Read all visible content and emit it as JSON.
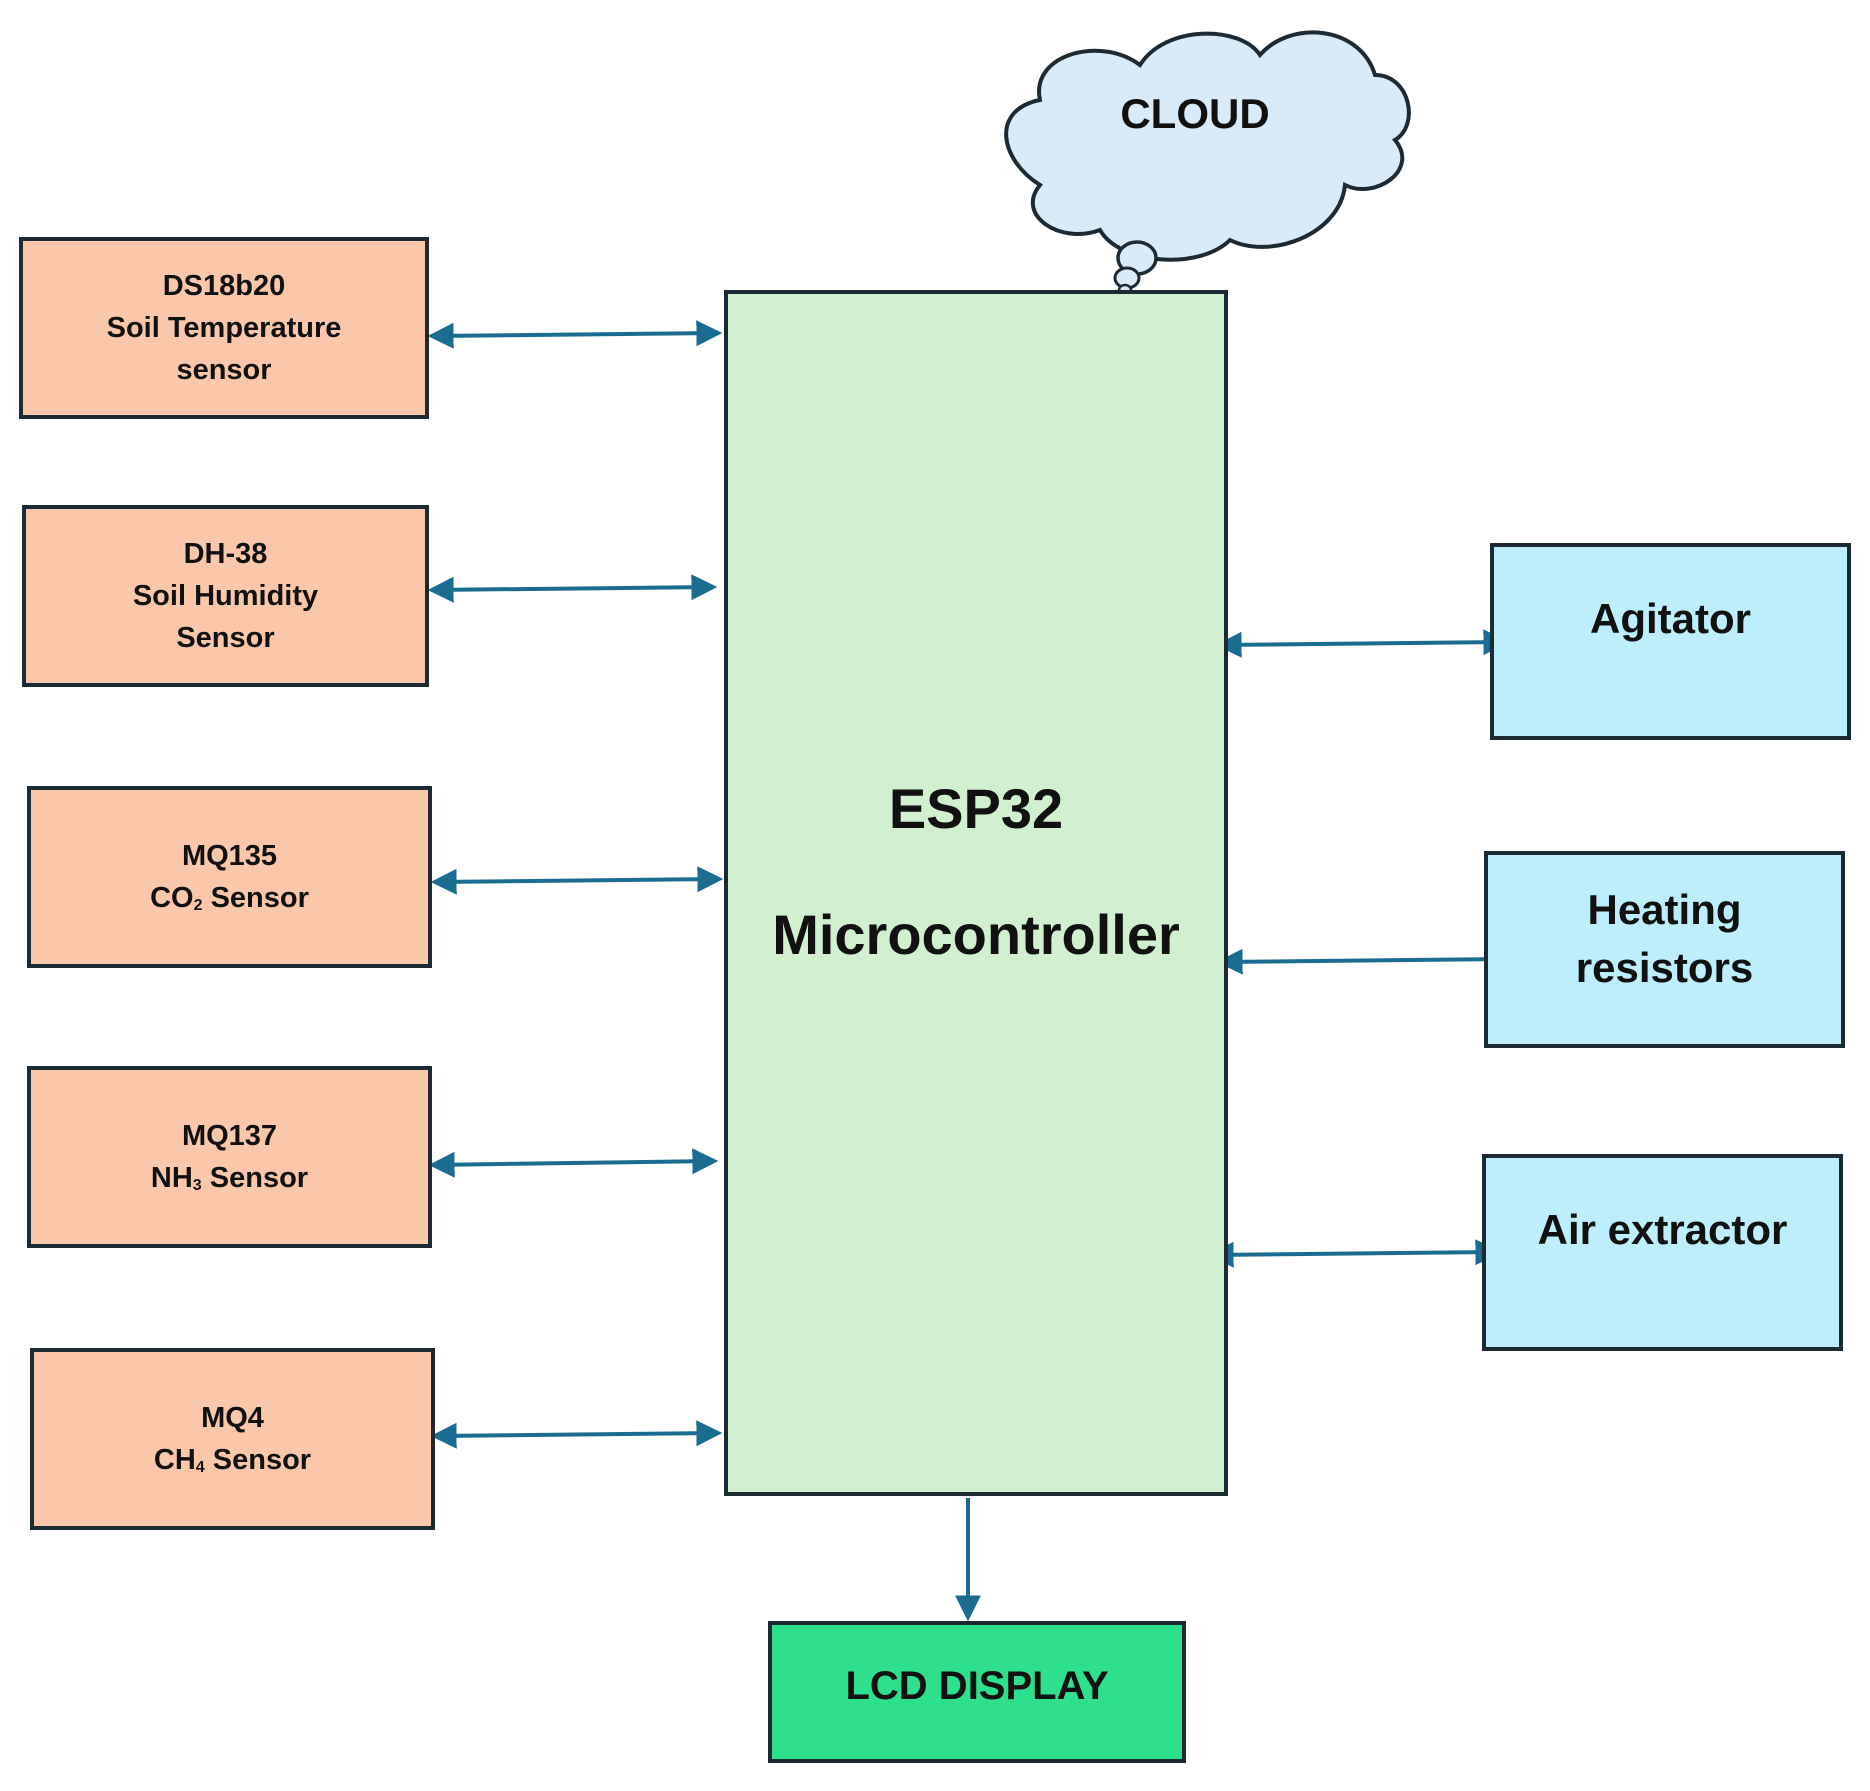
{
  "mcu": {
    "line1": "ESP32",
    "line2": "Microcontroller"
  },
  "cloud": {
    "label": "CLOUD"
  },
  "display": {
    "label": "LCD DISPLAY"
  },
  "sensors": [
    {
      "line1": "DS18b20",
      "line2": "Soil Temperature",
      "line3": "sensor"
    },
    {
      "line1": "DH-38",
      "line2": "Soil Humidity",
      "line3": "Sensor"
    },
    {
      "line1": "MQ135",
      "formula": "CO",
      "subscript": "2",
      "suffix": " Sensor"
    },
    {
      "line1": "MQ137",
      "formula": "NH",
      "subscript": "3",
      "suffix": " Sensor"
    },
    {
      "line1": "MQ4",
      "formula": "CH",
      "subscript": "4",
      "suffix": " Sensor"
    }
  ],
  "actuators": [
    {
      "label": "Agitator"
    },
    {
      "line1": "Heating",
      "line2": "resistors"
    },
    {
      "label": "Air extractor"
    }
  ],
  "colors": {
    "sensor_fill": "#fbc7aa",
    "actuator_fill": "#bdeefb",
    "mcu_fill": "#d0f0cf",
    "display_fill": "#2ee08b",
    "cloud_fill": "#d9eaf8",
    "connector": "#1b6c91",
    "border": "#1c2a33"
  }
}
